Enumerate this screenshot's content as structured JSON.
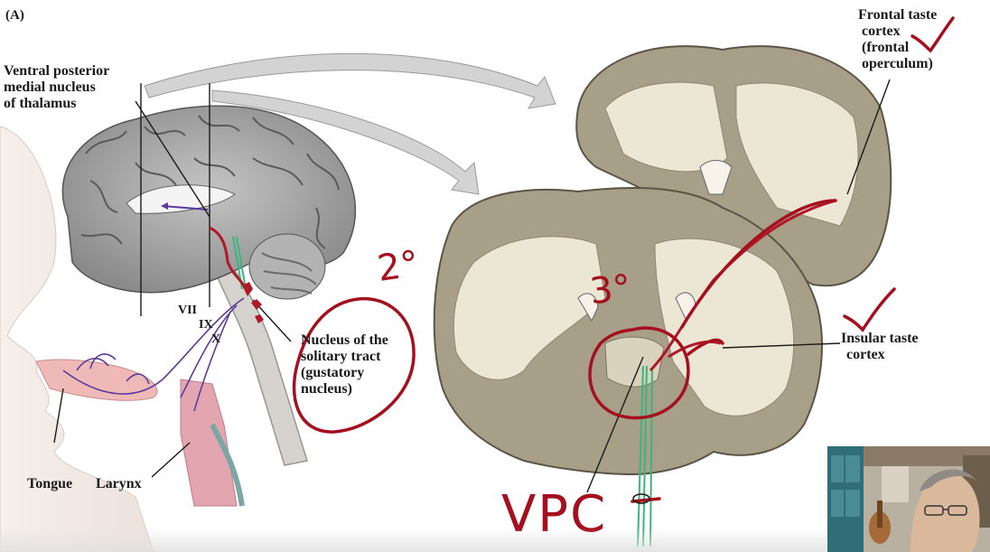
{
  "panel_label": "(A)",
  "labels": {
    "vpm_line1": "Ventral posterior",
    "vpm_line2": "medial nucleus",
    "vpm_line3": "of thalamus",
    "frontal_line1": "Frontal taste",
    "frontal_line2": "cortex",
    "frontal_line3": "(frontal",
    "frontal_line4": "operculum)",
    "nts_line1": "Nucleus of the",
    "nts_line2": "solitary tract",
    "nts_line3": "(gustatory",
    "nts_line4": "nucleus)",
    "insular_line1": "Insular taste",
    "insular_line2": "cortex",
    "tongue": "Tongue",
    "larynx": "Larynx",
    "nerve_vii": "VII",
    "nerve_ix": "IX",
    "nerve_x": "X"
  },
  "annotations": {
    "secondary": "2°",
    "tertiary": "3°",
    "vpc": "VPC"
  },
  "colors": {
    "ink_red": "#a5101e",
    "nerve_purple": "#5b3a9a",
    "tract_green": "#3bb57e",
    "pathway_red": "#b0182a",
    "brain_gray": "#8f8f8f",
    "gray_matter": "#a79f88",
    "white_matter": "#ece6d5"
  },
  "icons": [
    "check-mark-icon",
    "check-mark-icon"
  ]
}
